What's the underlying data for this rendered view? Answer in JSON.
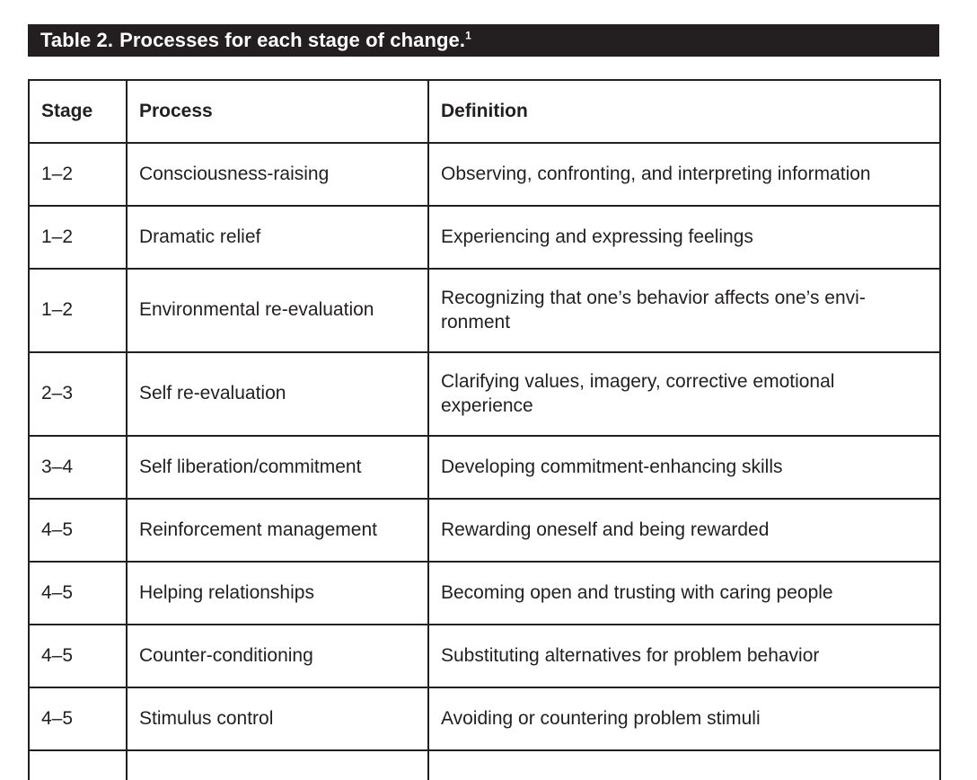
{
  "title": {
    "label": "Table 2.",
    "main": "Processes for each stage of change.",
    "superscript": "1"
  },
  "table": {
    "columns": [
      "Stage",
      "Process",
      "Definition"
    ],
    "rows": [
      {
        "stage": "1–2",
        "process": "Consciousness-raising",
        "definition": "Observing, confronting, and interpreting information",
        "definition_lines": [
          "Observing, confronting, and interpreting information"
        ]
      },
      {
        "stage": "1–2",
        "process": "Dramatic relief",
        "definition": "Experiencing and expressing feelings",
        "definition_lines": [
          "Experiencing and expressing feelings"
        ]
      },
      {
        "stage": "1–2",
        "process": "Environmental re-evaluation",
        "definition": "Recognizing that one’s behavior affects one’s environment",
        "definition_lines": [
          "Recognizing that one’s behavior affects one’s envi-",
          "ronment"
        ]
      },
      {
        "stage": "2–3",
        "process": "Self re-evaluation",
        "definition": "Clarifying values, imagery, corrective emotional experience",
        "definition_lines": [
          "Clarifying values, imagery, corrective emotional",
          "experience"
        ]
      },
      {
        "stage": "3–4",
        "process": "Self liberation/commitment",
        "definition": "Developing commitment-enhancing skills",
        "definition_lines": [
          "Developing commitment-enhancing skills"
        ]
      },
      {
        "stage": "4–5",
        "process": "Reinforcement management",
        "definition": "Rewarding oneself and being rewarded",
        "definition_lines": [
          "Rewarding oneself and being rewarded"
        ]
      },
      {
        "stage": "4–5",
        "process": "Helping relationships",
        "definition": "Becoming open and trusting with caring people",
        "definition_lines": [
          "Becoming open and trusting with caring people"
        ]
      },
      {
        "stage": "4–5",
        "process": "Counter-conditioning",
        "definition": "Substituting alternatives for problem behavior",
        "definition_lines": [
          "Substituting alternatives for problem behavior"
        ]
      },
      {
        "stage": "4–5",
        "process": "Stimulus control",
        "definition": "Avoiding or countering problem stimuli",
        "definition_lines": [
          "Avoiding or countering problem stimuli"
        ]
      }
    ]
  },
  "colors": {
    "header_bar": "#231f20",
    "text": "#231f20",
    "background": "#ffffff",
    "border": "#231f20"
  }
}
